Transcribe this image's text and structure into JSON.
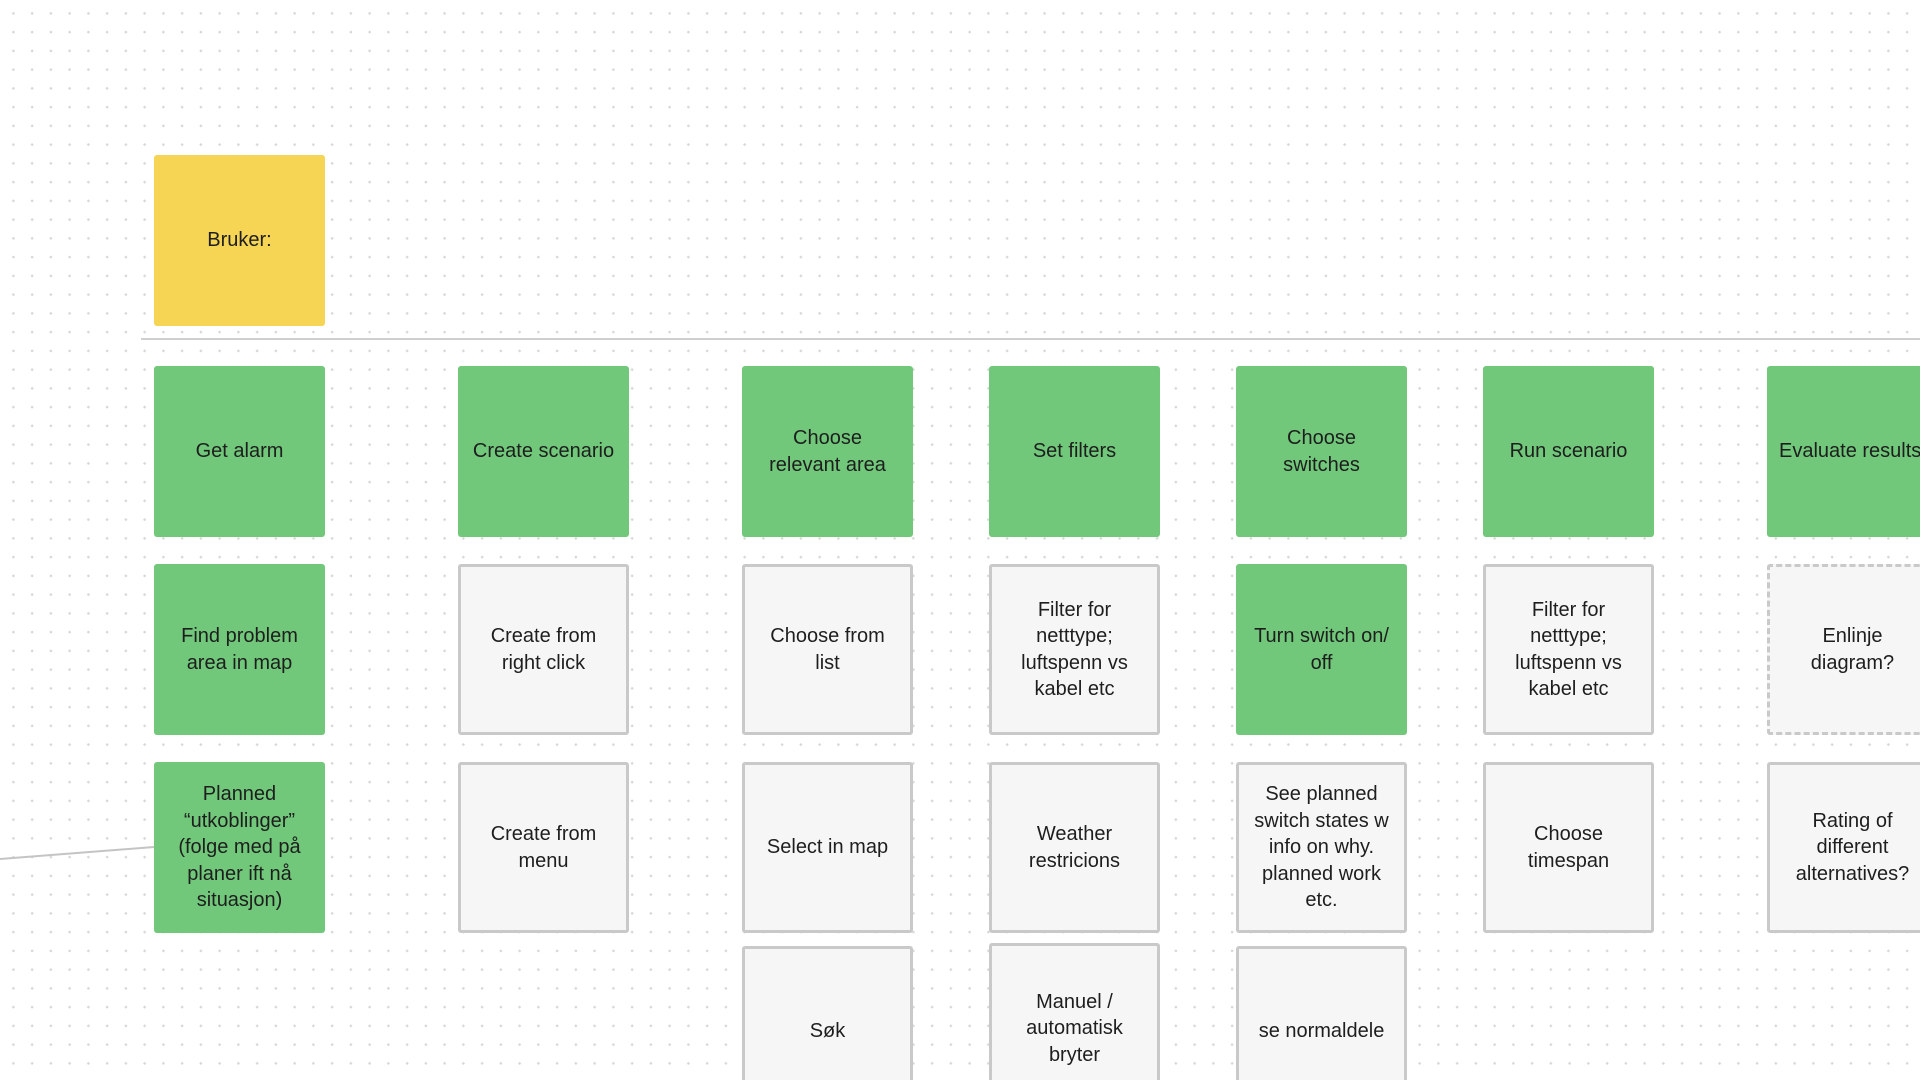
{
  "board": {
    "role_label": "Bruker:",
    "steps": [
      {
        "title": "Get alarm",
        "details": [
          "Find problem\narea in map",
          "Planned\n“utkoblinger”\n(folge med på\nplaner ift nå\nsituasjon)"
        ]
      },
      {
        "title": "Create scenario",
        "details": [
          "Create from\nright click",
          "Create from\nmenu"
        ]
      },
      {
        "title": "Choose\nrelevant area",
        "details": [
          "Choose from\nlist",
          "Select in map",
          "Søk"
        ]
      },
      {
        "title": "Set filters",
        "details": [
          "Filter for\nnetttype;\nluftspenn vs\nkabel etc",
          "Weather\nrestricions",
          "Manuel /\nautomatisk\nbryter"
        ]
      },
      {
        "title": "Choose\nswitches",
        "details": [
          "Turn switch on/\noff",
          "See planned\nswitch states w\ninfo on why.\nplanned work\netc.",
          "se normaldele"
        ]
      },
      {
        "title": "Run scenario",
        "details": [
          "Filter for\nnetttype;\nluftspenn vs\nkabel etc",
          "Choose\ntimespan"
        ]
      },
      {
        "title": "Evaluate results",
        "details": [
          "Enlinje\ndiagram?",
          "Rating of\ndifferent\nalternatives?"
        ]
      }
    ]
  },
  "colors": {
    "role": "#f6d454",
    "active": "#71c87a",
    "idea": "#f6f6f6",
    "border": "#c9c9c9"
  }
}
